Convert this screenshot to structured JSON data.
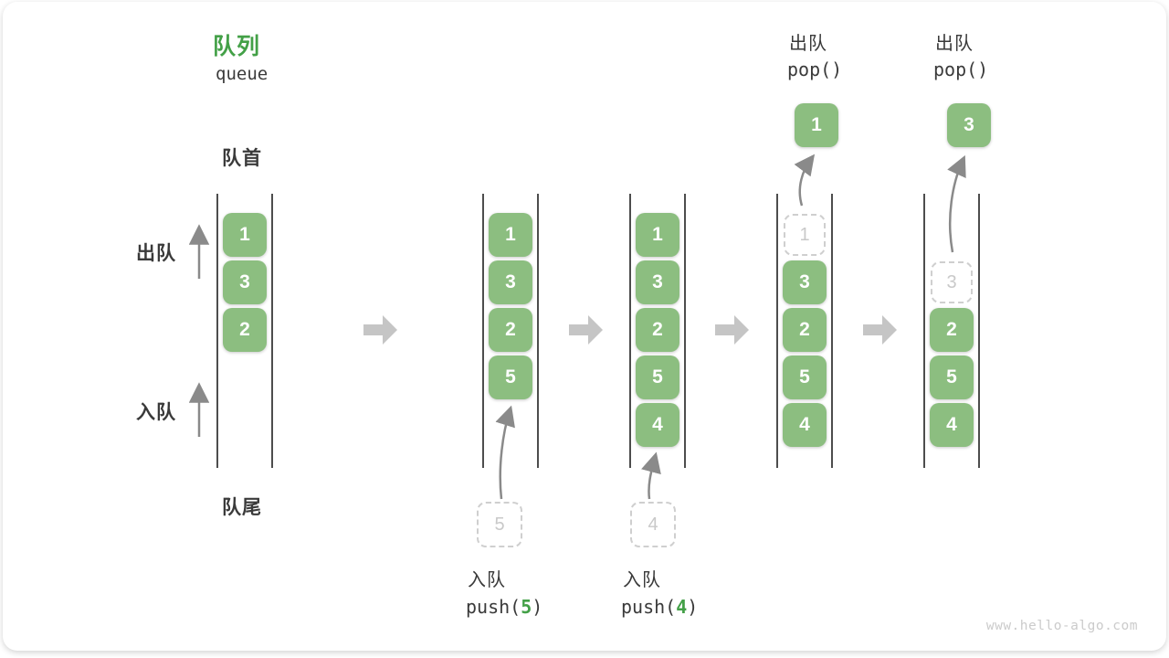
{
  "title": {
    "zh": "队列",
    "en": "queue"
  },
  "side": {
    "front": "队首",
    "rear": "队尾",
    "dequeue": "出队",
    "enqueue": "入队"
  },
  "colors": {
    "accent_green": "#43A047",
    "box_green": "#8CBE80",
    "dashed_gray": "#CFCFCF",
    "arrow_gray": "#8A8A8A",
    "block_arrow_gray": "#C5C5C5",
    "text_dark": "#3A3A3A",
    "watermark_gray": "#CBCBCB"
  },
  "queues": [
    {
      "boxes": [
        "1",
        "3",
        "2"
      ]
    },
    {
      "boxes": [
        "1",
        "3",
        "2",
        "5"
      ],
      "pending": "5",
      "action": {
        "zh": "入队",
        "fn": "push(",
        "arg": "5",
        "close": ")"
      }
    },
    {
      "boxes": [
        "1",
        "3",
        "2",
        "5",
        "4"
      ],
      "pending": "4",
      "action": {
        "zh": "入队",
        "fn": "push(",
        "arg": "4",
        "close": ")"
      }
    },
    {
      "ghost": "1",
      "boxes": [
        "3",
        "2",
        "5",
        "4"
      ],
      "popped": "1",
      "action": {
        "zh": "出队",
        "code": "pop()"
      }
    },
    {
      "ghost": "3",
      "boxes": [
        "2",
        "5",
        "4"
      ],
      "popped": "3",
      "action": {
        "zh": "出队",
        "code": "pop()"
      }
    }
  ],
  "watermark": "www.hello-algo.com"
}
